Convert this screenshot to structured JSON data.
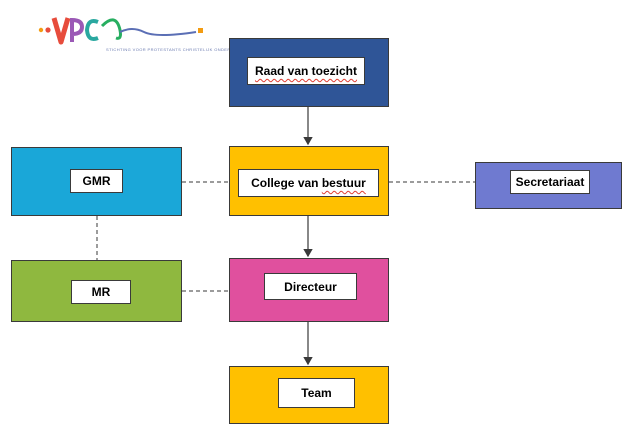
{
  "logo": {
    "letters": "VPCO",
    "tagline": "STICHTING VOOR PROTESTANTS CHRISTELIJK ONDERWIJS ZWOLLE"
  },
  "org": {
    "raad": {
      "label": "Raad van toezicht",
      "color": "#2f5597"
    },
    "college": {
      "label_part1": "College van ",
      "label_part2": "bestuur",
      "color": "#ffc000"
    },
    "gmr": {
      "label": "GMR",
      "color": "#1aa7d8"
    },
    "secretariaat": {
      "label": "Secretariaat",
      "color": "#6f7ad0"
    },
    "mr": {
      "label": "MR",
      "color": "#8fb83f"
    },
    "directeur": {
      "label": "Directeur",
      "color": "#e0509e"
    },
    "team": {
      "label": "Team",
      "color": "#ffc000"
    }
  }
}
